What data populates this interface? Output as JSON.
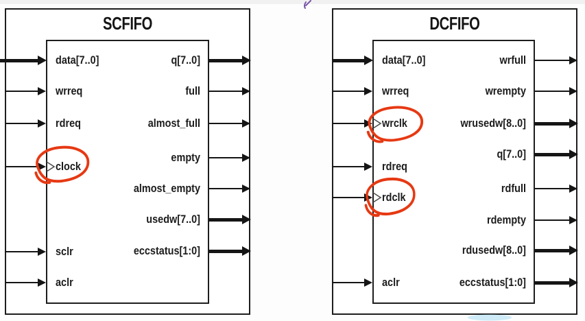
{
  "blocks": [
    {
      "title": "SCFIFO",
      "inputs": [
        {
          "label": "data[7..0]",
          "bus": true
        },
        {
          "label": "wrreq"
        },
        {
          "label": "rdreq"
        },
        {
          "label": "clock",
          "clock_symbol": true,
          "circled": true
        },
        {
          "label": "sclr"
        },
        {
          "label": "aclr"
        }
      ],
      "outputs": [
        {
          "label": "q[7..0]",
          "bus": true
        },
        {
          "label": "full"
        },
        {
          "label": "almost_full"
        },
        {
          "label": "empty"
        },
        {
          "label": "almost_empty"
        },
        {
          "label": "usedw[7..0]",
          "bus": true
        },
        {
          "label": "eccstatus[1:0]",
          "bus": true
        }
      ]
    },
    {
      "title": "DCFIFO",
      "inputs": [
        {
          "label": "data[7..0]",
          "bus": true
        },
        {
          "label": "wrreq"
        },
        {
          "label": "wrclk",
          "clock_symbol": true,
          "circled": true
        },
        {
          "label": "rdreq"
        },
        {
          "label": "rdclk",
          "clock_symbol": true,
          "circled": true
        },
        {
          "label": "aclr"
        }
      ],
      "outputs": [
        {
          "label": "wrfull"
        },
        {
          "label": "wrempty"
        },
        {
          "label": "wrusedw[8..0]",
          "bus": true
        },
        {
          "label": "q[7..0]",
          "bus": true
        },
        {
          "label": "rdfull"
        },
        {
          "label": "rdempty"
        },
        {
          "label": "rdusedw[8..0]",
          "bus": true
        },
        {
          "label": "eccstatus[1:0]",
          "bus": true
        }
      ]
    }
  ],
  "annotations": {
    "red_circle_color": "#e63913",
    "red_circles_around": [
      "clock",
      "wrclk",
      "rdclk"
    ],
    "pen_mark_color": "#7a57a8",
    "highlight_smudge_color": "#a8ddf2"
  }
}
